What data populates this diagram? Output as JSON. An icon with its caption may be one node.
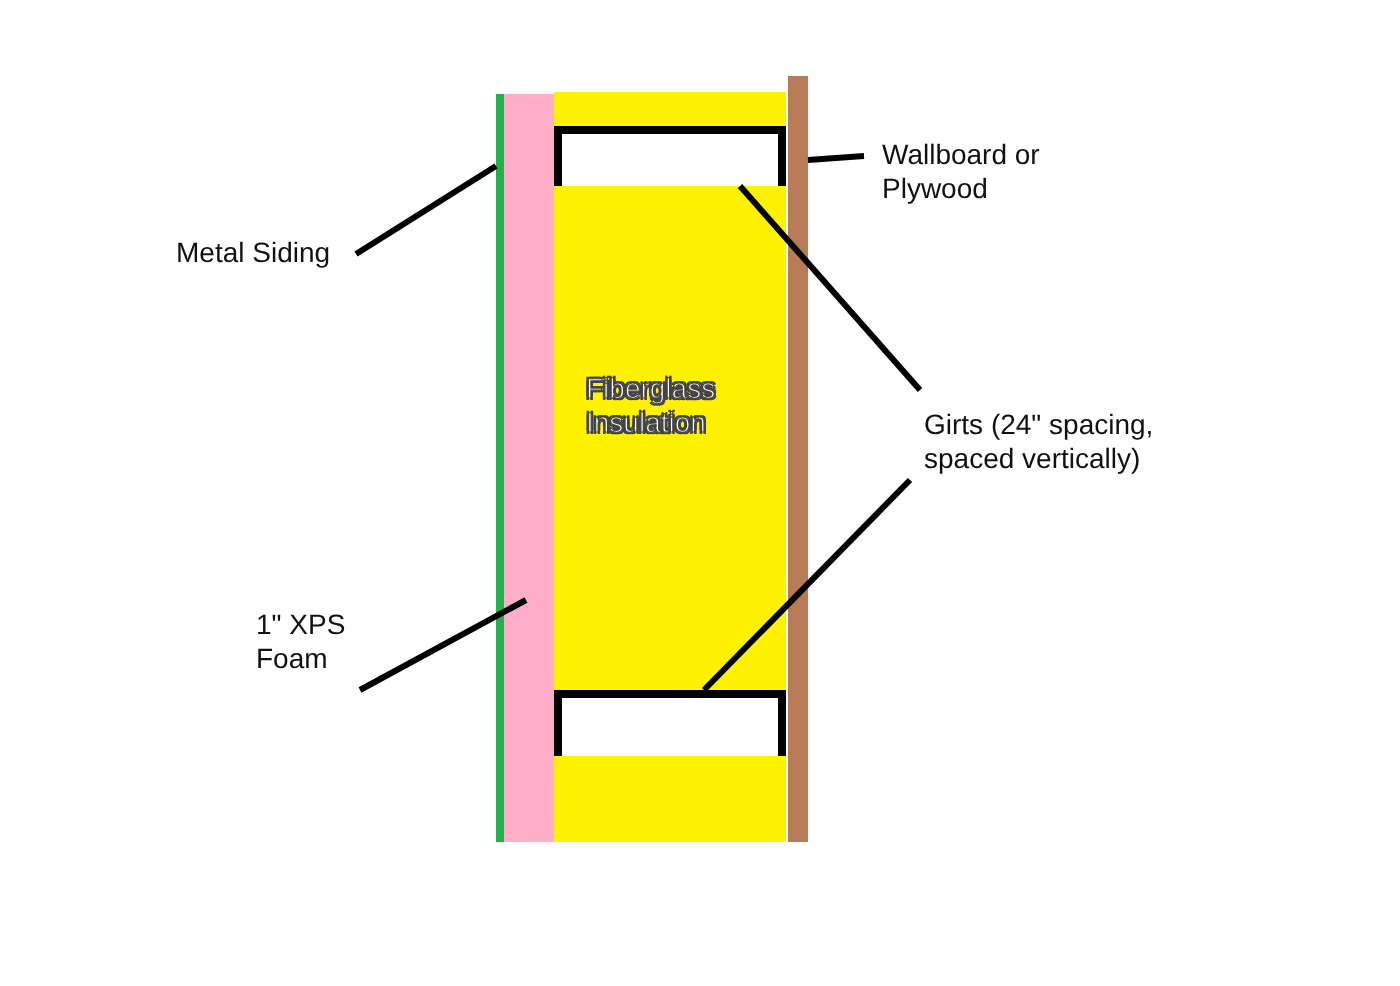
{
  "diagram": {
    "nodes": [
      {
        "text": [
          "Metal Siding"
        ]
      },
      {
        "text": [],
        "shape": "bar"
      },
      {
        "text": [
          "1\" XPS Foam"
        ]
      },
      {
        "text": [],
        "shape": "bar"
      },
      {
        "text": [
          "Fiberglass Insulation"
        ]
      },
      {
        "text": [
          "Wallboard or Plywood"
        ]
      },
      {
        "text": [],
        "shape": "bar"
      },
      {
        "text": [
          "Girts (24\" spacing, spaced vertically)"
        ]
      },
      {
        "text": [],
        "shape": "bar",
        "in": 4
      },
      {
        "text": [],
        "shape": "bar",
        "in": 4
      }
    ],
    "edges": [
      {
        "from": 0,
        "to": 1,
        "arrow": "none"
      },
      {
        "from": 2,
        "to": 3,
        "arrow": "none"
      },
      {
        "from": 5,
        "to": 6,
        "arrow": "none"
      },
      {
        "from": 7,
        "to": 8,
        "arrow": "none"
      },
      {
        "from": 7,
        "to": 9,
        "arrow": "none"
      }
    ]
  }
}
